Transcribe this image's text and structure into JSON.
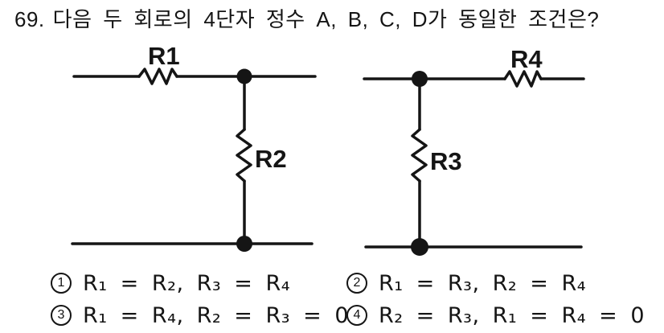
{
  "question": {
    "number": "69.",
    "text": "다음 두 회로의 4단자 정수 A, B, C, D가 동일한 조건은?"
  },
  "circuit_left": {
    "series_resistor_label": "R1",
    "shunt_resistor_label": "R2"
  },
  "circuit_right": {
    "series_resistor_label": "R4",
    "shunt_resistor_label": "R3"
  },
  "choices": [
    {
      "num": "1",
      "text": "R₁ = R₂, R₃ = R₄"
    },
    {
      "num": "2",
      "text": "R₁ = R₃, R₂ = R₄"
    },
    {
      "num": "3",
      "text": "R₁ = R₄, R₂ = R₃ = 0"
    },
    {
      "num": "4",
      "text": "R₂ = R₃, R₁ = R₄ = 0"
    }
  ],
  "colors": {
    "ink": "#151515",
    "paper": "#ffffff"
  }
}
